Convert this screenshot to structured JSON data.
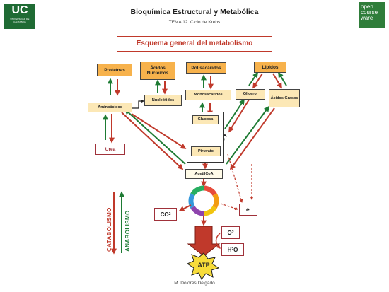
{
  "header": {
    "title": "Bioquímica Estructural y Metabólica",
    "subtitle": "TEMA 12.  Ciclo de Krebs",
    "logo_uc": "UC",
    "logo_uc_small": "UNIVERSIDAD DE CANTABRIA",
    "logo_ocw": [
      "open",
      "course",
      "ware"
    ]
  },
  "diagram": {
    "main_title": "Esquema general del metabolismo",
    "top_row": {
      "proteinas": "Proteínas",
      "acidos_nucleicos": "Ácidos Nucleicos",
      "polisacaridos": "Polisacáridos",
      "lipidos": "Lípidos"
    },
    "middle_row": {
      "aminoacidos": "Aminoácidos",
      "nucleotidos": "Nucleótidos",
      "monosacaridos": "Monosacáridos",
      "glicerol": "Glicerol",
      "acidos_grasos": "Ácidos Grasos"
    },
    "glycolysis": {
      "glucosa": "Glucosa",
      "piruvato": "Piruvato"
    },
    "urea": "Urea",
    "acetilcoa": "AcetilCoA",
    "co2": "CO",
    "co2_sub": "2",
    "electron": "e",
    "electron_sup": "-",
    "o2": "O",
    "o2_sub": "2",
    "h2o_a": "H",
    "h2o_sub": "2",
    "h2o_b": "O",
    "atp": "ATP",
    "catabolismo": "CATABOLISMO",
    "anabolismo": "ANABOLISMO",
    "colors": {
      "catabolic": "#c0392b",
      "anabolic": "#1e7b34",
      "box_fill": "#f7b24c",
      "box_fill_light": "#fce8b6"
    }
  },
  "footer": {
    "author": "M. Dolores Delgado"
  }
}
